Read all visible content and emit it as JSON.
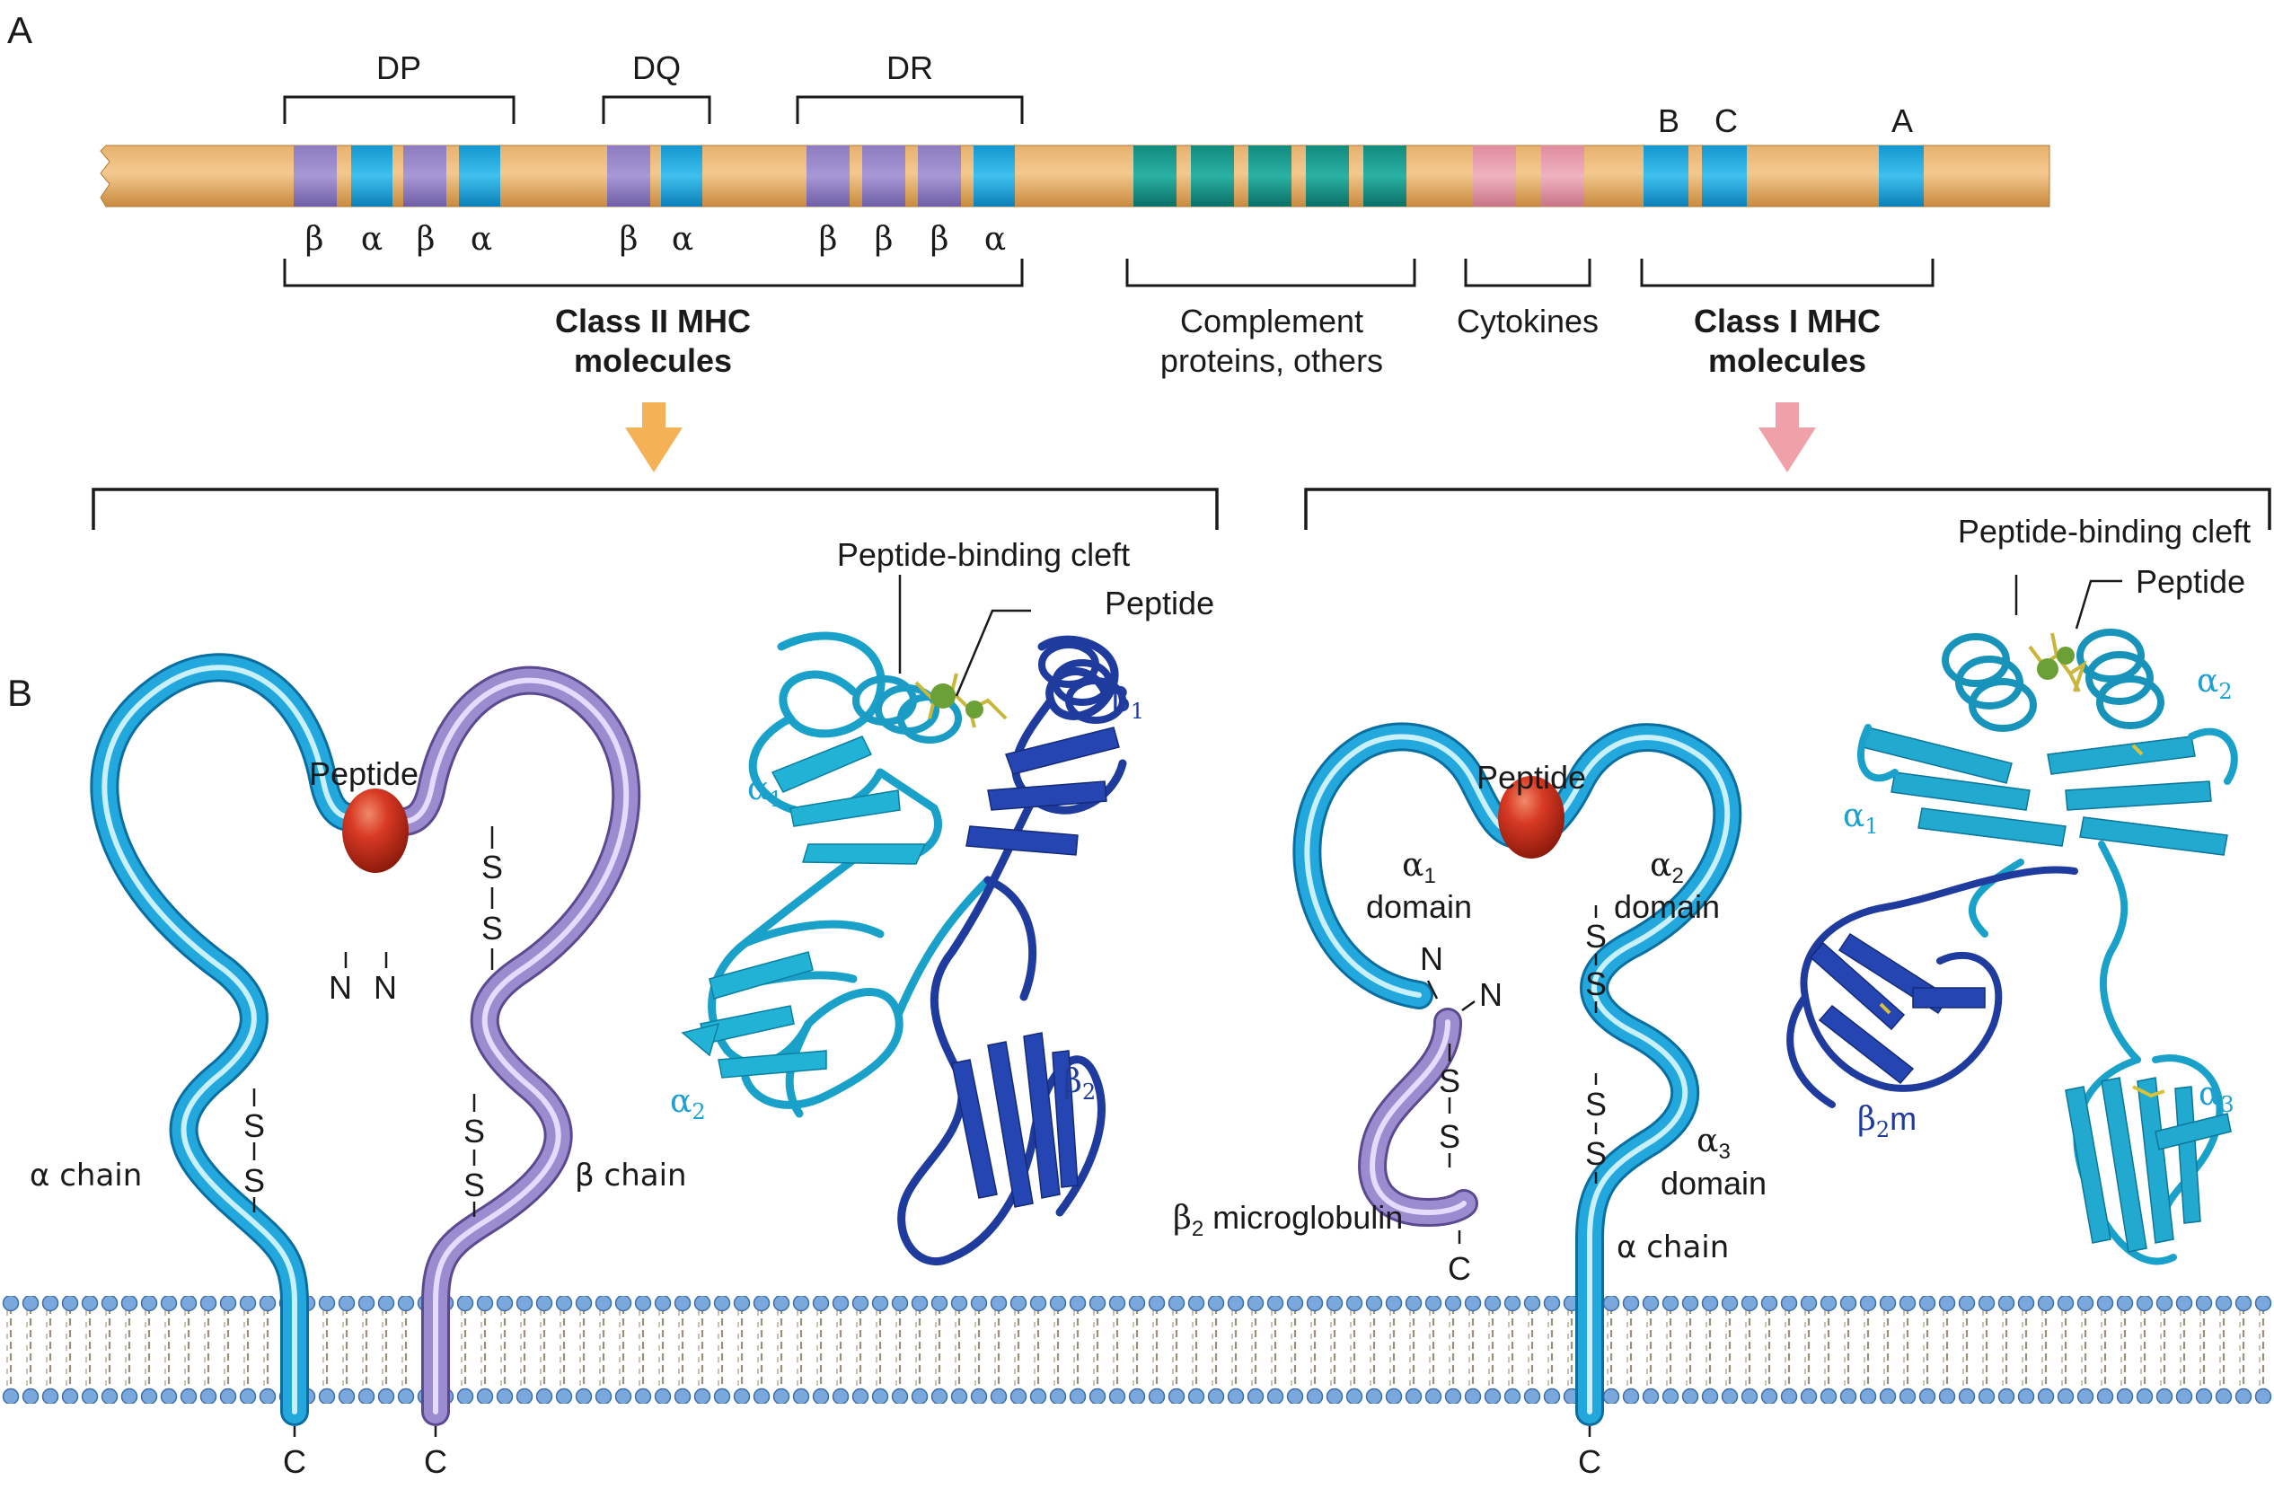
{
  "panels": {
    "a": "A",
    "b": "B"
  },
  "gene_map": {
    "groups": [
      {
        "label": "DP",
        "genes": [
          "β",
          "α",
          "β",
          "α"
        ]
      },
      {
        "label": "DQ",
        "genes": [
          "β",
          "α"
        ]
      },
      {
        "label": "DR",
        "genes": [
          "β",
          "β",
          "β",
          "α"
        ]
      }
    ],
    "class1_genes": [
      "B",
      "C",
      "A"
    ],
    "regions": {
      "class2_l1": "Class II MHC",
      "class2_l2": "molecules",
      "complement_l1": "Complement",
      "complement_l2": "proteins, others",
      "cytokines": "Cytokines",
      "class1_l1": "Class I MHC",
      "class1_l2": "molecules"
    },
    "colors": {
      "chromosome": "#e0a45a",
      "class2_beta": "#8e7cc3",
      "alpha": "#1aa5dc",
      "complement": "#1a9a8c",
      "cytokine": "#e59aab",
      "arrow_class2": "#f5b155",
      "arrow_class1": "#f0a0a8"
    }
  },
  "class2": {
    "peptide": "Peptide",
    "n_term": "N",
    "c_term": "C",
    "s": "S",
    "alpha_chain": "α chain",
    "beta_chain": "β chain",
    "structure": {
      "cleft": "Peptide-binding cleft",
      "peptide": "Peptide",
      "alpha": "α",
      "beta": "β",
      "sub1": "1",
      "sub2": "2"
    }
  },
  "class1": {
    "peptide": "Peptide",
    "n_term": "N",
    "c_term": "C",
    "s": "S",
    "alpha": "α",
    "sub1": "1",
    "sub2": "2",
    "sub3": "3",
    "domain": "domain",
    "alpha_chain": "α chain",
    "beta": "β",
    "microglobulin": "microglobulin",
    "structure": {
      "cleft": "Peptide-binding cleft",
      "peptide": "Peptide",
      "alpha": "α",
      "beta": "β",
      "m": "m",
      "sub1": "1",
      "sub2": "2",
      "sub3": "3"
    }
  }
}
